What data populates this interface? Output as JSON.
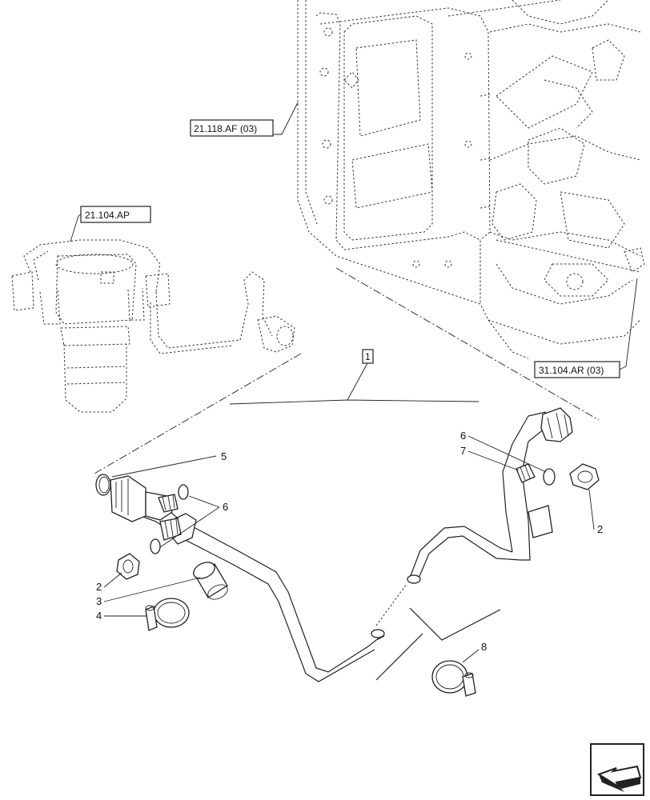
{
  "references": {
    "ref_21_118": "21.118.AF (03)",
    "ref_21_104": "21.104.AP",
    "ref_31_104": "31.104.AR (03)"
  },
  "group_label": "1",
  "callouts": {
    "c5": "5",
    "c6_left": "6",
    "c2_left": "2",
    "c3": "3",
    "c4": "4",
    "c6_right": "6",
    "c7": "7",
    "c2_right": "2",
    "c8": "8"
  },
  "nav_icon": "previous-page-arrow-icon"
}
